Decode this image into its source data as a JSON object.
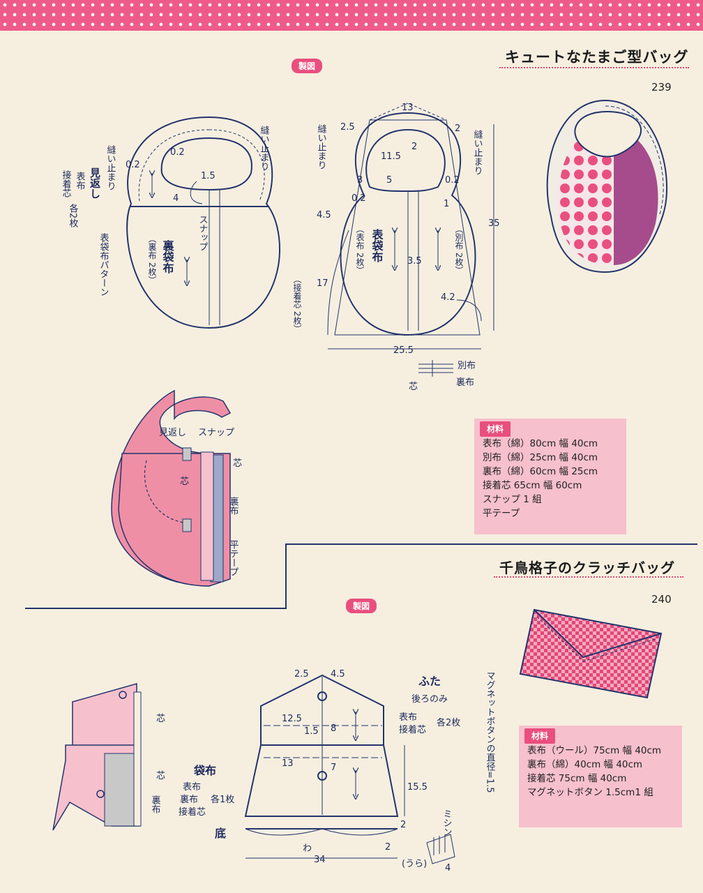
{
  "page": {
    "title_egg": "キュートなたまご型バッグ",
    "page_number_egg": "239",
    "title_clutch": "千鳥格子のクラッチバッグ",
    "page_number_clutch": "240",
    "badge_seizu": "製図",
    "accent_color": "#e94f7e",
    "line_color": "#23346b"
  },
  "egg_diagram": {
    "left": {
      "nuidomari_left": "縫い止まり",
      "nuidomari_right": "縫い止まり",
      "m_02_a": "0.2",
      "m_02_b": "0.2",
      "m_15": "1.5",
      "m_4": "4",
      "mikaeshi": "見返し",
      "omote": "表布",
      "secchakushin": "接着芯",
      "each2": "各2枚",
      "snap": "スナップ",
      "urabukuro": "裏袋布",
      "urafu2": "（裏布 2枚）",
      "omotepattern": "表袋布パターン"
    },
    "right": {
      "m_13": "13",
      "m_25": "2.5",
      "m_2a": "2",
      "m_2b": "2",
      "m_115": "11.5",
      "m_3": "3",
      "m_5": "5",
      "m_02a": "0.2",
      "m_02b": "0.2",
      "m_1": "1",
      "m_45": "4.5",
      "m_35v": "3.5",
      "m_35": "35",
      "m_17": "17",
      "m_42": "4.2",
      "m_255": "25.5",
      "nuidomari_left": "縫い止まり",
      "nuidomari_right": "縫い止まり",
      "omotebukuro": "表袋布",
      "omote2": "（表布 2枚）",
      "betsu2": "（別布 2枚）",
      "secchakushin2": "（接着芯 2枚）",
      "legend_betsu": "別布",
      "legend_ura": "裏布",
      "legend_shin": "芯"
    }
  },
  "egg_assembly": {
    "mikaeshi": "見返し",
    "snap": "スナップ",
    "shin_a": "芯",
    "shin_b": "芯",
    "urafu": "裏布",
    "hira_tape": "平テープ"
  },
  "materials_egg": {
    "label": "材料",
    "items": [
      "表布（綿）80cm 幅 40cm",
      "別布（綿）25cm 幅 40cm",
      "裏布（綿）60cm 幅 25cm",
      "接着芯 65cm 幅 60cm",
      "スナップ 1 組",
      "平テープ"
    ]
  },
  "materials_clutch": {
    "label": "材料",
    "items": [
      "表布（ウール）75cm 幅 40cm",
      "裏布（綿）40cm 幅 40cm",
      "接着芯 75cm 幅 40cm",
      "マグネットボタン 1.5cm1 組"
    ]
  },
  "clutch_diagram": {
    "m_25": "2.5",
    "m_45": "4.5",
    "futa": "ふた",
    "ushiro": "後ろのみ",
    "omote": "表布",
    "secchaku": "接着芯",
    "each2": "各2枚",
    "m_125": "12.5",
    "m_15": "1.5",
    "m_8": "8",
    "m_13": "13",
    "m_7": "7",
    "m_155": "15.5",
    "fukuro": "袋布",
    "f_omote": "表布",
    "f_ura": "裏布",
    "f_each1": "各1枚",
    "f_secchaku": "接着芯",
    "soko": "底",
    "m_2a": "2",
    "m_2b": "2",
    "wa": "わ",
    "m_34": "34",
    "ura": "(うら)",
    "m_4": "4",
    "mishin": "ミシン",
    "magnet": "マグネットボタンの直径=1.5"
  },
  "clutch_assembly": {
    "shin_a": "芯",
    "shin_b": "芯",
    "urafu": "裏布"
  }
}
